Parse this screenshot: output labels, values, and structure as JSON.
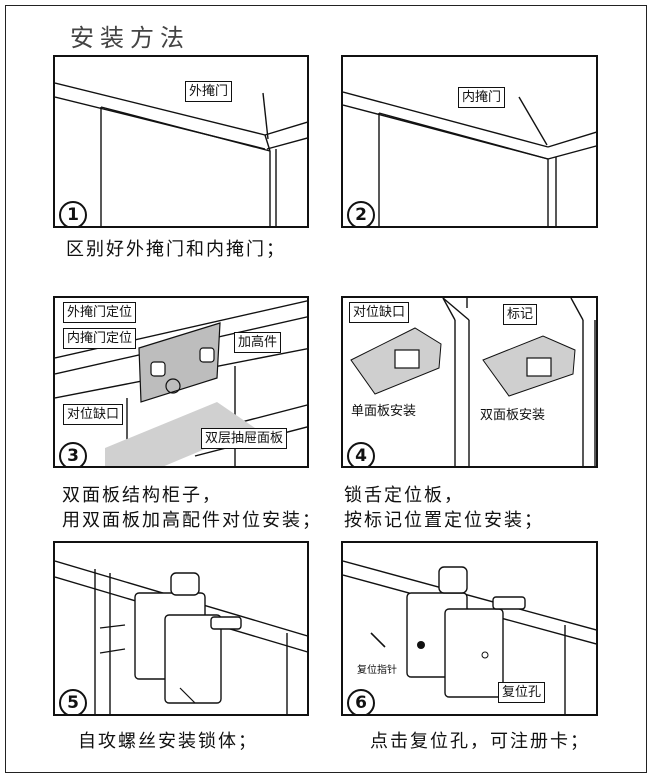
{
  "title": "安装方法",
  "steps": [
    {
      "num": "1",
      "labels": {
        "door": "外掩门"
      }
    },
    {
      "num": "2",
      "labels": {
        "door": "内掩门"
      }
    },
    {
      "num": "3",
      "labels": {
        "outer": "外掩门定位",
        "inner": "内掩门定位",
        "riser": "加高件",
        "notch": "对位缺口",
        "drawer": "双层抽屉面板"
      }
    },
    {
      "num": "4",
      "labels": {
        "notch": "对位缺口",
        "mark": "标记",
        "single": "单面板安装",
        "double": "双面板安装"
      }
    },
    {
      "num": "5",
      "labels": {}
    },
    {
      "num": "6",
      "labels": {
        "pin": "复位指针",
        "hole": "复位孔"
      }
    }
  ],
  "captions": {
    "c1": "区别好外掩门和内掩门；",
    "c3a": "双面板结构柜子，",
    "c3b": "用双面板加高配件对位安装；",
    "c4a": "锁舌定位板，",
    "c4b": "按标记位置定位安装；",
    "c5": "自攻螺丝安装锁体；",
    "c6": "点击复位孔，可注册卡；"
  }
}
